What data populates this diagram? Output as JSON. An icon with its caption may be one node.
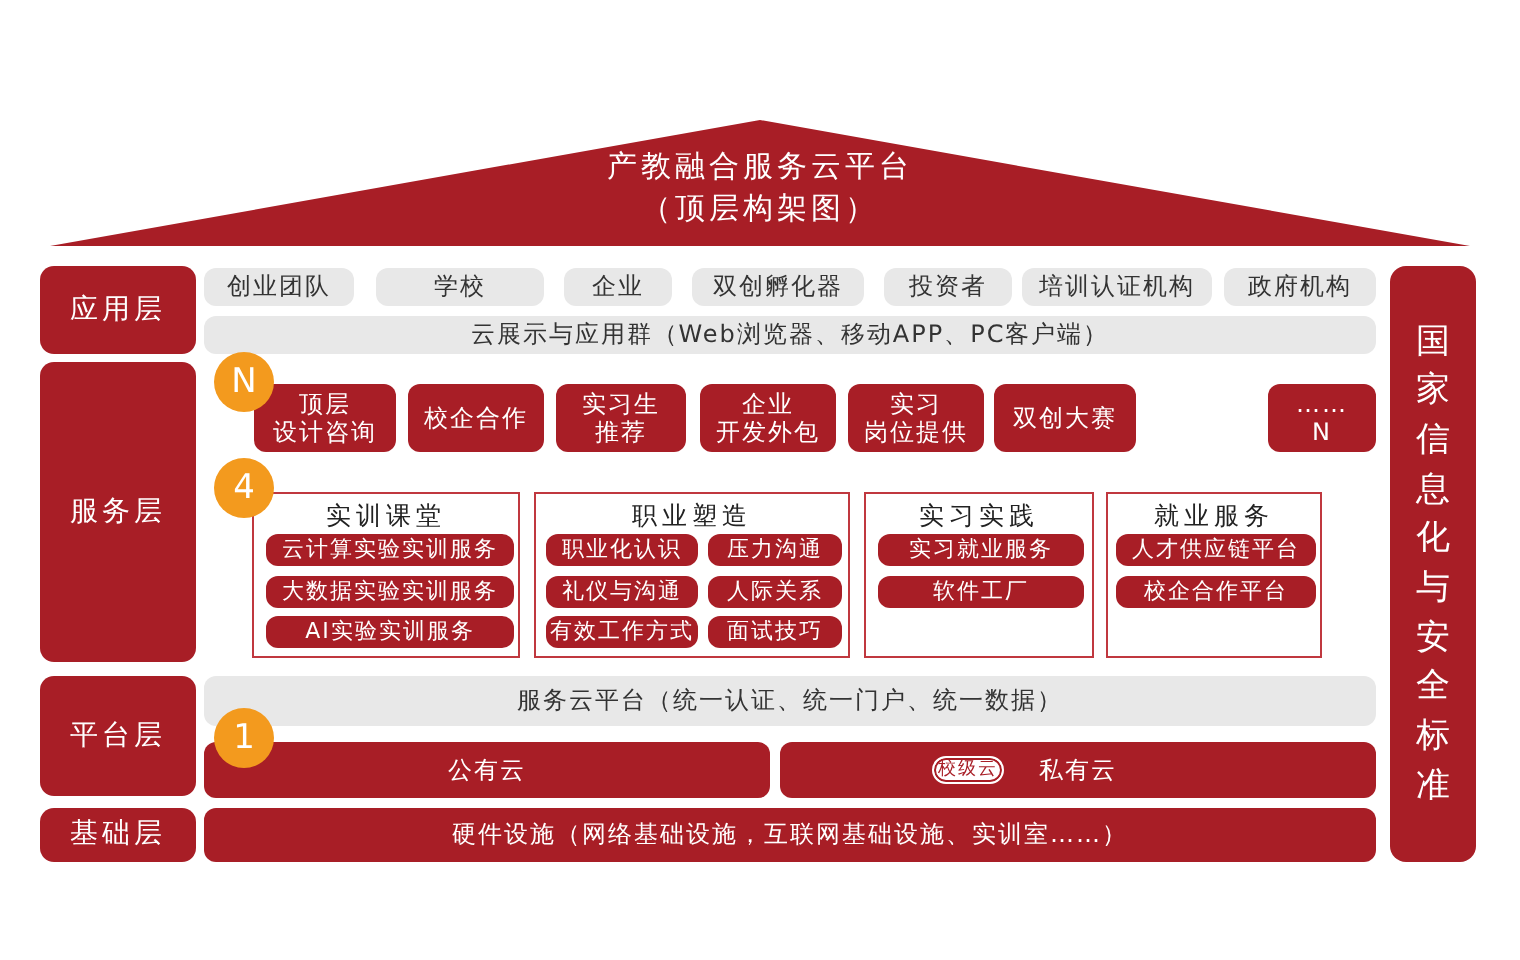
{
  "diagram": {
    "nodes": [
      {
        "text": [
          "产教融合服务云平台",
          "（顶层构架图）"
        ]
      },
      {
        "text": [
          "应用层"
        ]
      },
      {
        "text": [
          "创业团队"
        ]
      },
      {
        "text": [
          "学校"
        ]
      },
      {
        "text": [
          "企业"
        ]
      },
      {
        "text": [
          "双创孵化器"
        ]
      },
      {
        "text": [
          "投资者"
        ]
      },
      {
        "text": [
          "培训认证机构"
        ]
      },
      {
        "text": [
          "政府机构"
        ]
      },
      {
        "text": [
          "云展示与应用群（Web浏览器、移动APP、PC客户端）"
        ]
      },
      {
        "text": [
          "服务层"
        ]
      },
      {
        "text": [
          "N"
        ]
      },
      {
        "text": [
          "顶层设计咨询"
        ]
      },
      {
        "text": [
          "校企合作"
        ]
      },
      {
        "text": [
          "实习生推荐"
        ]
      },
      {
        "text": [
          "企业开发外包"
        ]
      },
      {
        "text": [
          "实习岗位提供"
        ]
      },
      {
        "text": [
          "双创大赛"
        ]
      },
      {
        "text": [
          "……N"
        ]
      },
      {
        "text": [
          "4"
        ]
      },
      {
        "text": [
          "实训课堂"
        ]
      },
      {
        "text": [
          "云计算实验实训服务"
        ],
        "in": 20
      },
      {
        "text": [
          "大数据实验实训服务"
        ],
        "in": 20
      },
      {
        "text": [
          "AI实验实训服务"
        ],
        "in": 20
      },
      {
        "text": [
          "职业塑造"
        ]
      },
      {
        "text": [
          "职业化认识"
        ],
        "in": 24
      },
      {
        "text": [
          "压力沟通"
        ],
        "in": 24
      },
      {
        "text": [
          "礼仪与沟通"
        ],
        "in": 24
      },
      {
        "text": [
          "人际关系"
        ],
        "in": 24
      },
      {
        "text": [
          "有效工作方式"
        ],
        "in": 24
      },
      {
        "text": [
          "面试技巧"
        ],
        "in": 24
      },
      {
        "text": [
          "实习实践"
        ]
      },
      {
        "text": [
          "实习就业服务"
        ],
        "in": 31
      },
      {
        "text": [
          "软件工厂"
        ],
        "in": 31
      },
      {
        "text": [
          "就业服务"
        ]
      },
      {
        "text": [
          "人才供应链平台"
        ],
        "in": 34
      },
      {
        "text": [
          "校企合作平台"
        ],
        "in": 34
      },
      {
        "text": [
          "平台层"
        ]
      },
      {
        "text": [
          "服务云平台（统一认证、统一门户、统一数据）"
        ]
      },
      {
        "text": [
          "1"
        ]
      },
      {
        "text": [
          "公有云"
        ]
      },
      {
        "text": [
          "私有云"
        ]
      },
      {
        "text": [
          "校级云"
        ],
        "in": 41
      },
      {
        "text": [
          "基础层"
        ]
      },
      {
        "text": [
          "硬件设施（网络基础设施，互联网基础设施、实训室……）"
        ]
      },
      {
        "text": [
          "国家信息化与安全标准"
        ]
      }
    ]
  }
}
